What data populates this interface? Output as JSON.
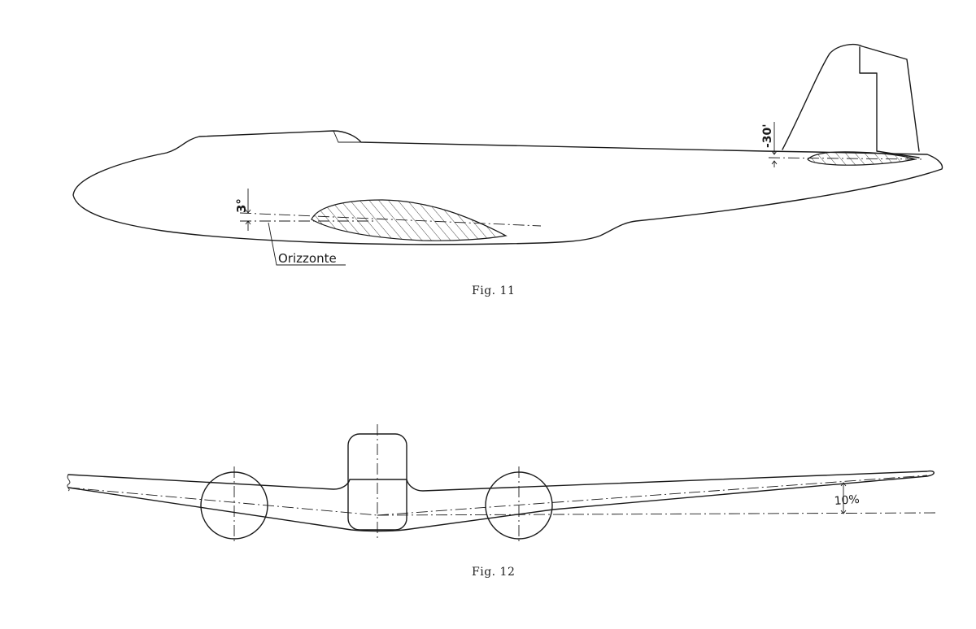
{
  "figures": {
    "fig11": {
      "caption": "Fig. 11",
      "angle_wing": "3°",
      "angle_tail": "-30'",
      "horizon_label": "Orizzonte"
    },
    "fig12": {
      "caption": "Fig. 12",
      "dihedral_label": "10%"
    }
  },
  "colors": {
    "ink": "#1a1a1a",
    "paper": "#ffffff"
  }
}
